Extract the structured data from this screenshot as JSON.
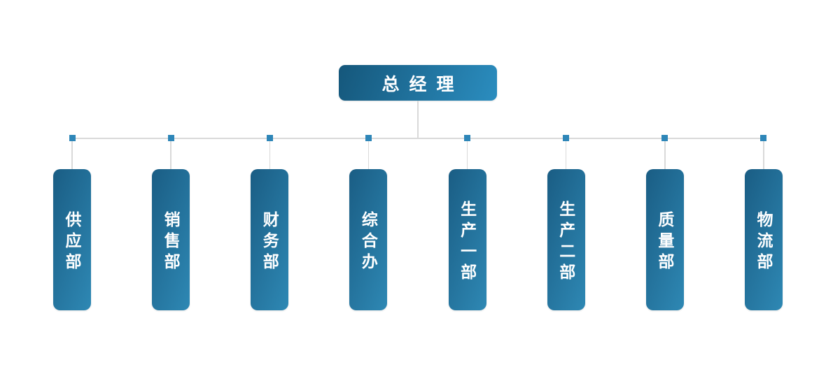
{
  "diagram": {
    "type": "org-chart",
    "root": {
      "label": "总经理"
    },
    "departments": [
      {
        "label": "供应部"
      },
      {
        "label": "销售部"
      },
      {
        "label": "财务部"
      },
      {
        "label": "综合办"
      },
      {
        "label": "生产一部"
      },
      {
        "label": "生产二部"
      },
      {
        "label": "质量部"
      },
      {
        "label": "物流部"
      }
    ],
    "colors": {
      "root_gradient_start": "#15577b",
      "root_gradient_end": "#2b8dbf",
      "department_gradient_start": "#1a5d84",
      "department_gradient_end": "#2e88b4",
      "connector_line": "#d9d9d9",
      "junction_square": "#2e86b8",
      "text": "#ffffff",
      "background": "#ffffff"
    }
  }
}
